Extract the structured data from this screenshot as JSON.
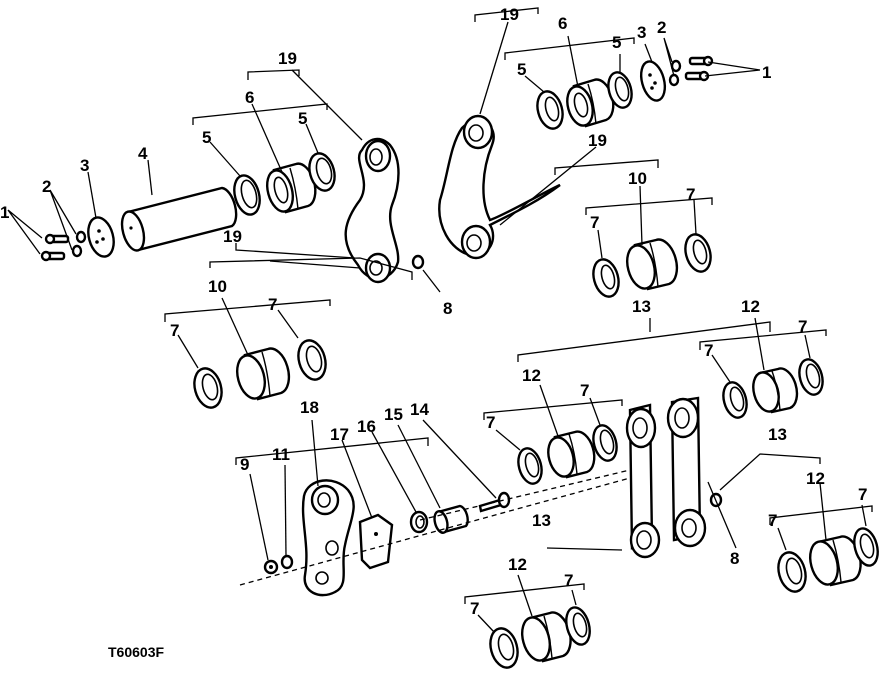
{
  "figure": {
    "reference_code": "T60603F",
    "callouts": {
      "cap_screws": "1",
      "lock_washers": "2",
      "retainer_plate": "3",
      "pin": "4",
      "seal": "5",
      "bushing_large": "6",
      "seal_lower": "7",
      "grease_fitting": "8",
      "nut": "9",
      "washer": "10",
      "lock_washer": "11",
      "bushing_assembly": "12",
      "link_assembly": "13",
      "bolt": "14",
      "sleeve": "15",
      "clamp": "16",
      "bracket": "17",
      "bell_crank": "18",
      "connecting_link": "19"
    }
  },
  "colors": {
    "ink": "#000000",
    "paper": "#ffffff"
  }
}
